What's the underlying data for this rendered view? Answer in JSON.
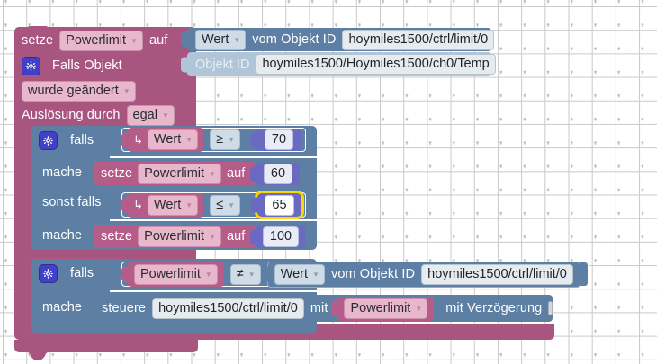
{
  "app": {
    "title": "Blockly Workspace",
    "language": "de"
  },
  "workspace": {
    "background": "#ffffff",
    "grid_color": "#c2c2c2",
    "selection_color": "#ffd400"
  },
  "colors": {
    "magenta_block": "#a8557f",
    "variable_block": "#b65c89",
    "blue_block": "#5d7fa4",
    "pale_blue_block": "#b0c5d7",
    "number_block": "#6b6ac2",
    "gear_icon": "#4240c6"
  },
  "blocks": {
    "set_powerlimit": {
      "label_set": "setze",
      "variable": "Powerlimit",
      "label_to": "auf",
      "value": {
        "dropdown": "Wert",
        "label": "vom Objekt ID",
        "object_id": "hoymiles1500/ctrl/limit/0"
      }
    },
    "trigger": {
      "gear_icon": "gear-icon",
      "title": "Falls Objekt",
      "object_id_label": "Objekt ID",
      "object_id": "hoymiles1500/Hoymiles1500/ch0/Temp",
      "changed": "wurde geändert",
      "trigger_by_label": "Auslösung durch",
      "trigger_by_value": "egal"
    },
    "if_block_1": {
      "gear_icon": "gear-icon",
      "if_label": "falls",
      "condition_1": {
        "return_icon": "return-arrow-icon",
        "operand_left": "Wert",
        "operator": "≥",
        "operand_right": "70"
      },
      "do_label_1": "mache",
      "do_statement_1": {
        "label_set": "setze",
        "variable": "Powerlimit",
        "label_to": "auf",
        "number": "60"
      },
      "else_if_label": "sonst falls",
      "condition_2": {
        "return_icon": "return-arrow-icon",
        "operand_left": "Wert",
        "operator": "≤",
        "operand_right": "65",
        "selected": true
      },
      "do_label_2": "mache",
      "do_statement_2": {
        "label_set": "setze",
        "variable": "Powerlimit",
        "label_to": "auf",
        "number": "100"
      }
    },
    "if_block_2": {
      "gear_icon": "gear-icon",
      "if_label": "falls",
      "condition": {
        "operand_left": "Powerlimit",
        "operator": "≠",
        "operand_right_dropdown": "Wert",
        "operand_right_label": "vom Objekt ID",
        "operand_right_object_id": "hoymiles1500/ctrl/limit/0"
      },
      "do_label": "mache",
      "do_statement": {
        "label_control": "steuere",
        "object_id": "hoymiles1500/ctrl/limit/0",
        "label_with": "mit",
        "variable": "Powerlimit",
        "label_delay": "mit Verzögerung",
        "delay_checked": false
      }
    }
  }
}
